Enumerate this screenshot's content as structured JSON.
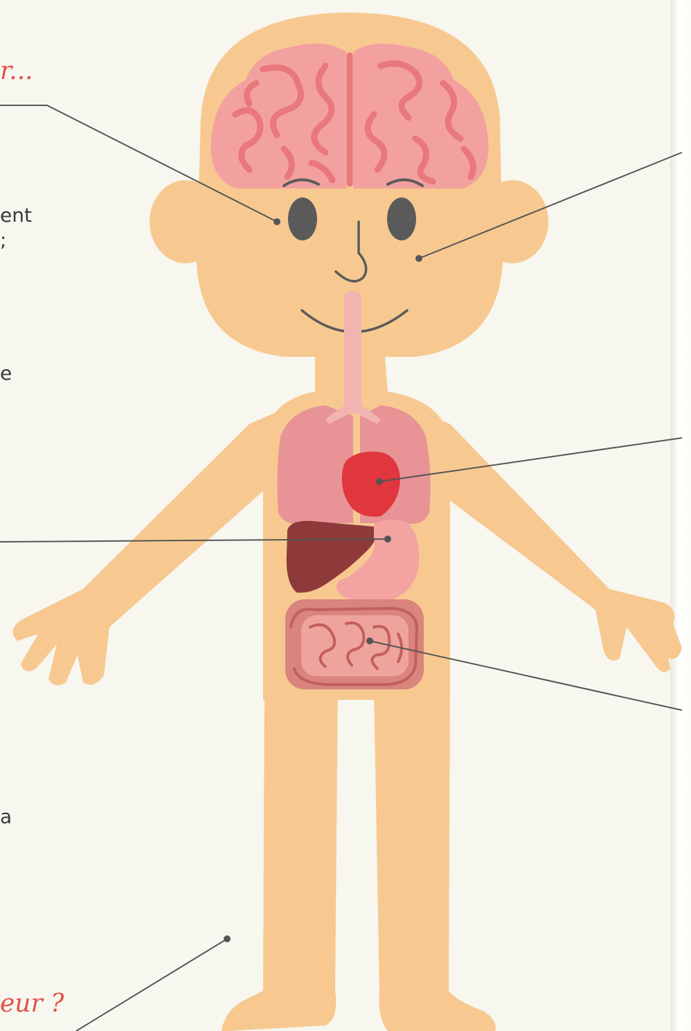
{
  "text_fragments": {
    "top_left_red": "r...",
    "line1": "ent",
    "line2": ";",
    "line3": "e",
    "line4": "a",
    "bottom_red": "eur ?"
  },
  "colors": {
    "skin": "#f7c990",
    "brain": "#f3a0a0",
    "brain_folds": "#e8787c",
    "lungs": "#e89396",
    "heart": "#e0363e",
    "liver": "#8e3a3a",
    "stomach": "#f4a3a3",
    "intestine": "#d9847c",
    "eyes": "#5a5a5a",
    "pointer_line": "#555555",
    "accent_text": "#e0524a"
  }
}
